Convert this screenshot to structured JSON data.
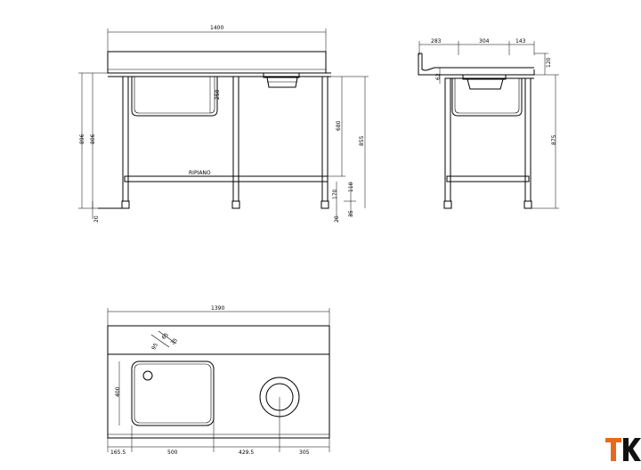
{
  "front_view": {
    "overall_width": "1400",
    "heights": {
      "total_left": "896",
      "total_left_inner": "806",
      "sink_depth": "250",
      "shelf_to_top": "680",
      "total_right": "855",
      "shelf_height": "170",
      "leg_gap": "110",
      "foot": "20",
      "foot_right": "20",
      "foot_height": "35"
    },
    "shelf_label": "RIPIANO"
  },
  "side_view": {
    "dims_top": [
      "283",
      "304",
      "143"
    ],
    "upstand": "120",
    "rim": "62",
    "height": "875"
  },
  "plan_view": {
    "overall_width": "1390",
    "corner_radius": "95",
    "hole_r1": "65",
    "hole_r2": "35",
    "sink_depth": "400",
    "dims_bottom": [
      "165.5",
      "500",
      "429.5",
      "305"
    ]
  },
  "logo": {
    "text": "TK",
    "color_t": "#e8691e",
    "color_k": "#111111"
  }
}
